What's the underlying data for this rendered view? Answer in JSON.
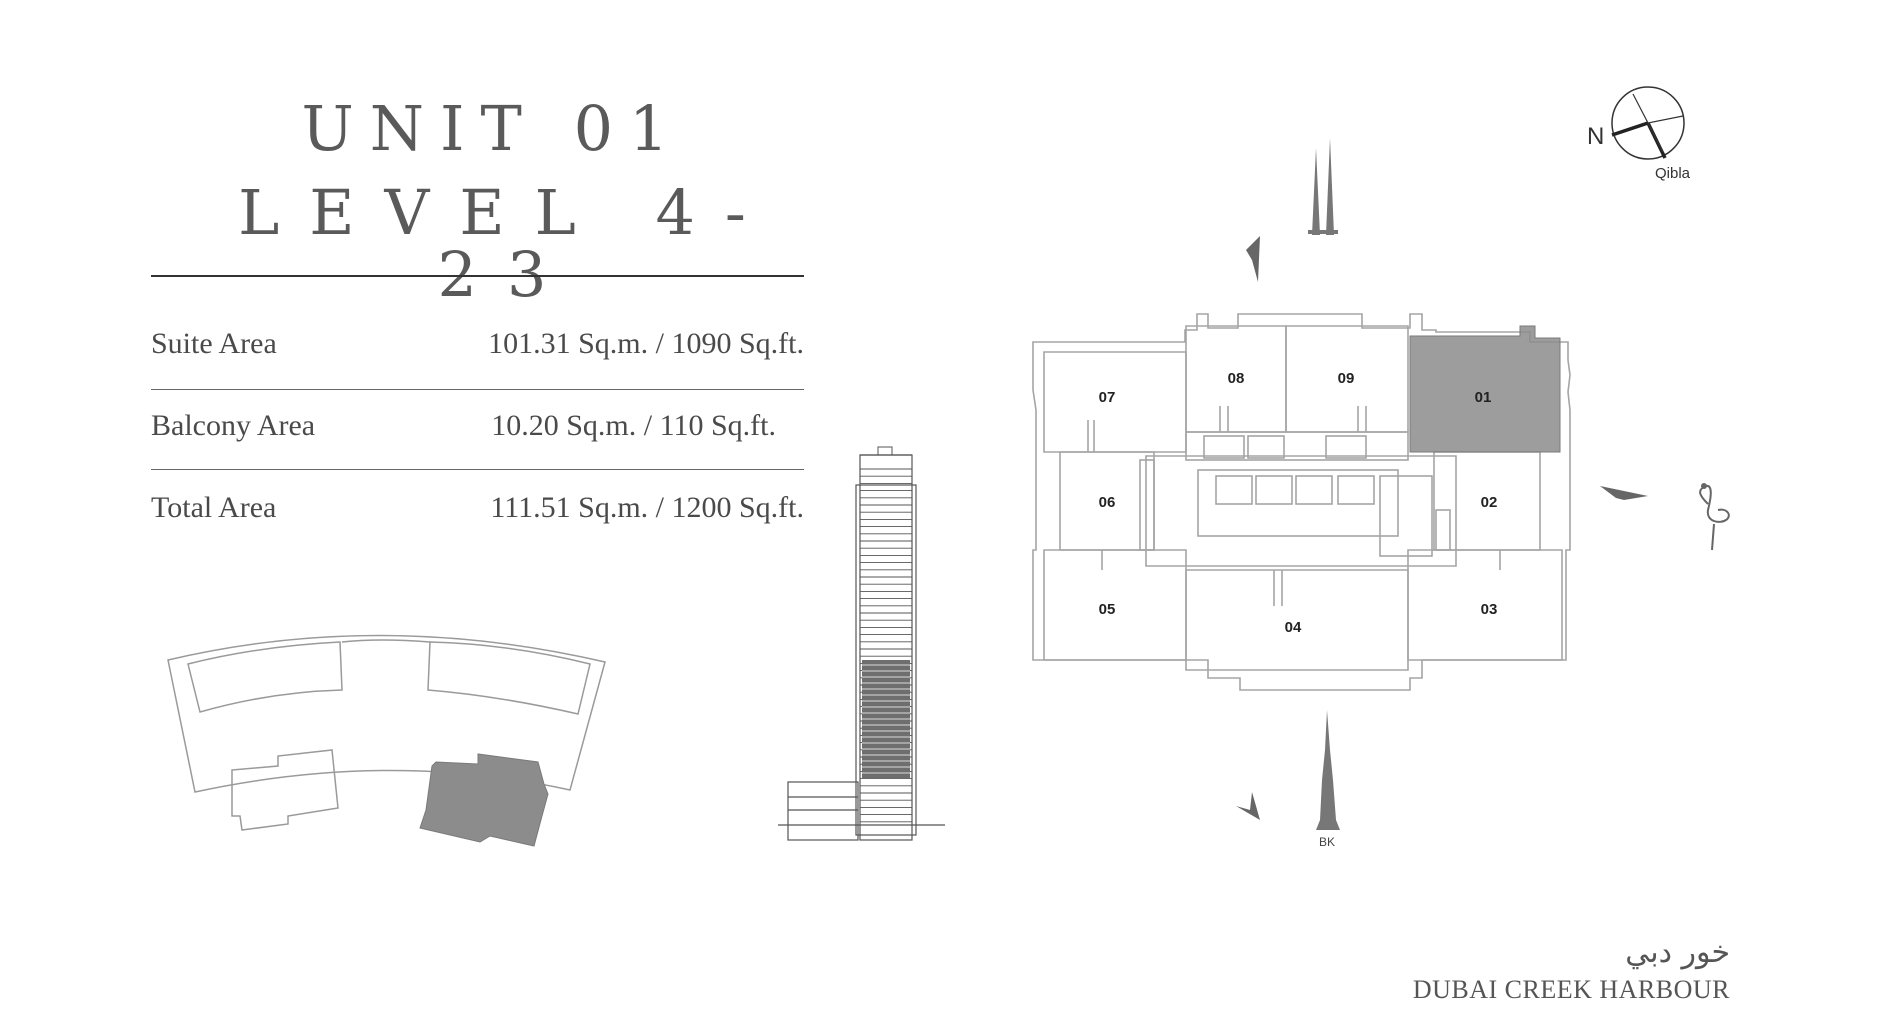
{
  "heading": {
    "line1": "UNIT 01",
    "line2": "LEVEL 4-23"
  },
  "areas": [
    {
      "label": "Suite Area",
      "value": "101.31 Sq.m. / 1090 Sq.ft."
    },
    {
      "label": "Balcony Area",
      "value": "10.20 Sq.m. / 110 Sq.ft."
    },
    {
      "label": "Total Area",
      "value": "111.51 Sq.m. / 1200 Sq.ft."
    }
  ],
  "compass": {
    "north": "N",
    "qibla": "Qibla"
  },
  "floor_plan": {
    "units": [
      "01",
      "02",
      "03",
      "04",
      "05",
      "06",
      "07",
      "08",
      "09"
    ],
    "highlighted_unit": "01",
    "landmark_label": "BK"
  },
  "brand": {
    "arabic": "خور دبي",
    "english": "DUBAI CREEK HARBOUR"
  },
  "colors": {
    "highlight": "#8c8c8c",
    "line": "#9a9a9a",
    "text": "#4a4a4a"
  }
}
